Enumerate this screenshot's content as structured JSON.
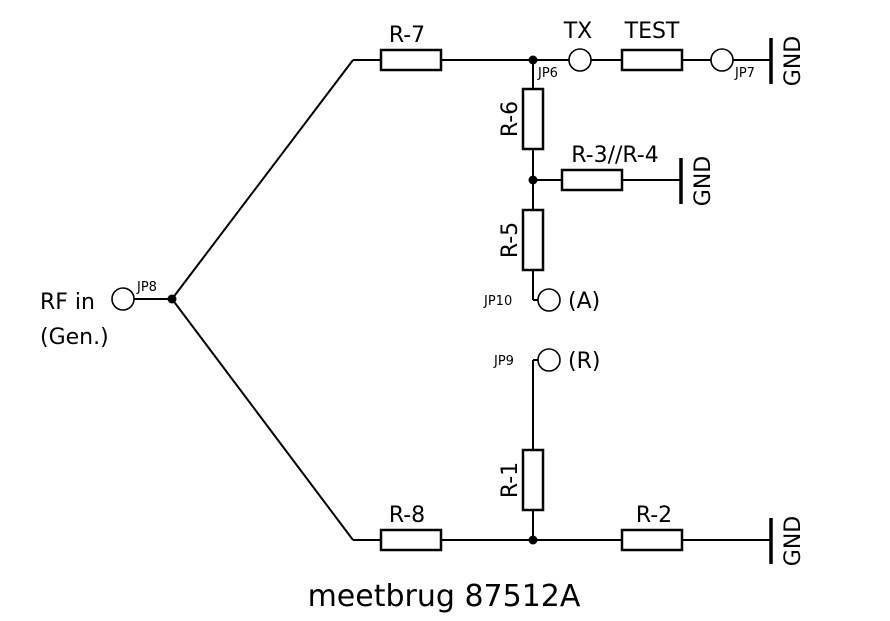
{
  "title": "meetbrug 87512A",
  "input": {
    "line1": "RF in",
    "line2": "(Gen.)"
  },
  "resistors": {
    "r7": "R-7",
    "r6": "R-6",
    "r34": "R-3//R-4",
    "r5": "R-5",
    "r1": "R-1",
    "r8": "R-8",
    "r2": "R-2",
    "test": "TEST"
  },
  "jumpers": {
    "jp6": "JP6",
    "jp7": "JP7",
    "jp8": "JP8",
    "jp9": "JP9",
    "jp10": "JP10"
  },
  "terminals": {
    "tx": "TX",
    "a": "(A)",
    "r": "(R)"
  },
  "grounds": {
    "top": "GND",
    "mid": "GND",
    "bottom": "GND"
  }
}
